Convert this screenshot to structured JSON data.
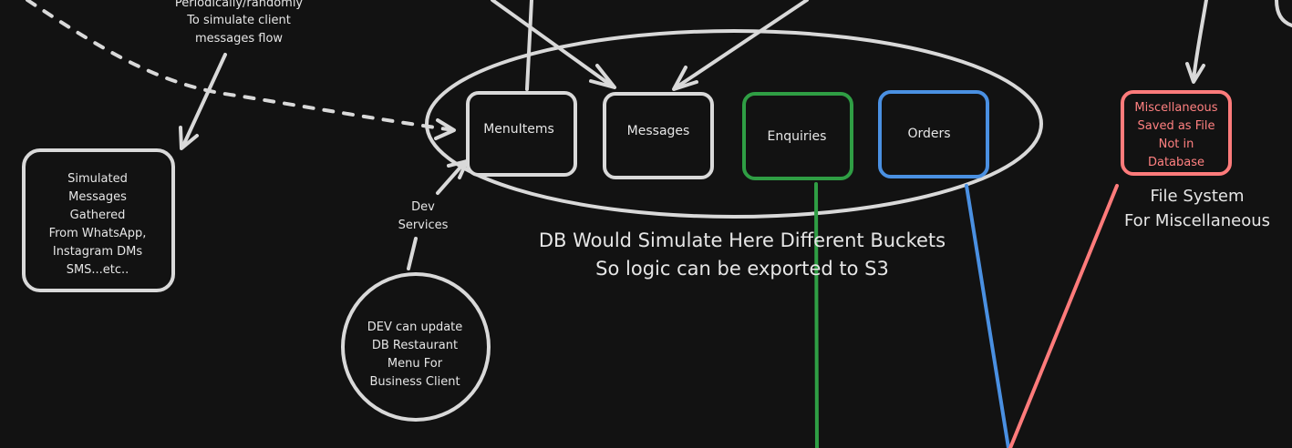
{
  "colors": {
    "background": "#121212",
    "stroke": "#d9d9d9",
    "green": "#2f9e44",
    "blue": "#4a90e2",
    "red": "#ff7b7b"
  },
  "notes": {
    "periodic_line1": "Periodically/randomly",
    "periodic_line2": "To simulate client",
    "periodic_line3": "messages flow"
  },
  "simulated": {
    "line1": "Simulated",
    "line2": "Messages",
    "line3": "Gathered",
    "line4": "From WhatsApp,",
    "line5": "Instagram DMs",
    "line6": "SMS...etc.."
  },
  "buckets": {
    "menuitems": "MenuItems",
    "messages": "Messages",
    "enquiries": "Enquiries",
    "orders": "Orders"
  },
  "db_caption": {
    "line1": "DB Would Simulate Here Different Buckets",
    "line2": "So logic can be exported to S3"
  },
  "dev_services": {
    "line1": "Dev",
    "line2": "Services"
  },
  "dev_node": {
    "line1": "DEV can update",
    "line2": "DB Restaurant",
    "line3": "Menu For",
    "line4": "Business Client"
  },
  "misc": {
    "line1": "Miscellaneous",
    "line2": "Saved as File",
    "line3": "Not in",
    "line4": "Database"
  },
  "filesystem": {
    "line1": "File System",
    "line2": "For Miscellaneous"
  }
}
